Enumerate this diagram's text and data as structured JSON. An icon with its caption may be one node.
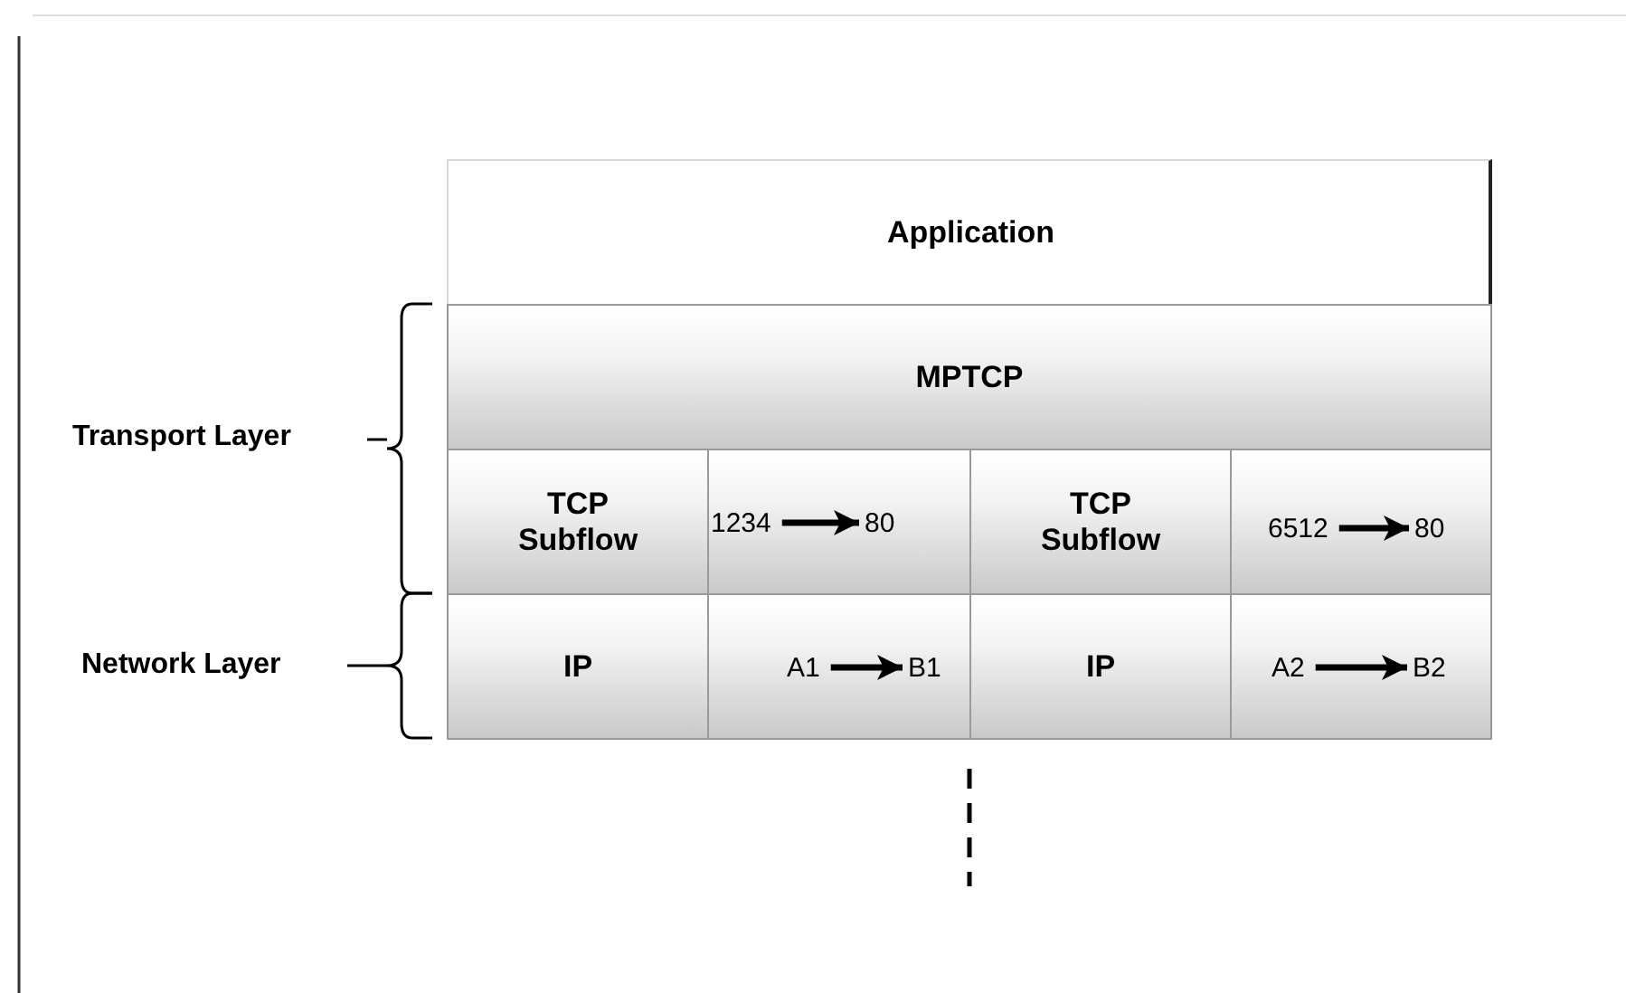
{
  "diagram": {
    "nodes": [
      {
        "text": [
          "Application"
        ]
      },
      {
        "text": [
          "MPTCP"
        ]
      },
      {
        "text": [
          "TCP Subflow"
        ]
      },
      {
        "text": [],
        "shape": "box"
      },
      {
        "text": [
          "1234"
        ],
        "in": 3
      },
      {
        "text": [
          "80"
        ],
        "in": 3
      },
      {
        "text": [
          "TCP Subflow"
        ]
      },
      {
        "text": [],
        "shape": "box"
      },
      {
        "text": [
          "6512"
        ],
        "in": 7
      },
      {
        "text": [
          "80"
        ],
        "in": 7
      },
      {
        "text": [
          "IP"
        ]
      },
      {
        "text": [],
        "shape": "box"
      },
      {
        "text": [
          "A1"
        ],
        "in": 11
      },
      {
        "text": [
          "B1"
        ],
        "in": 11
      },
      {
        "text": [
          "IP"
        ]
      },
      {
        "text": [],
        "shape": "box"
      },
      {
        "text": [
          "A2"
        ],
        "in": 15
      },
      {
        "text": [
          "B2"
        ],
        "in": 15
      }
    ],
    "edges": [
      {
        "from": 4,
        "to": 5,
        "arrow": "to"
      },
      {
        "from": 8,
        "to": 9,
        "arrow": "to"
      },
      {
        "from": 12,
        "to": 13,
        "arrow": "to"
      },
      {
        "from": 16,
        "to": 17,
        "arrow": "to"
      }
    ],
    "labels": [
      "Transport Layer",
      "Network Layer"
    ]
  }
}
